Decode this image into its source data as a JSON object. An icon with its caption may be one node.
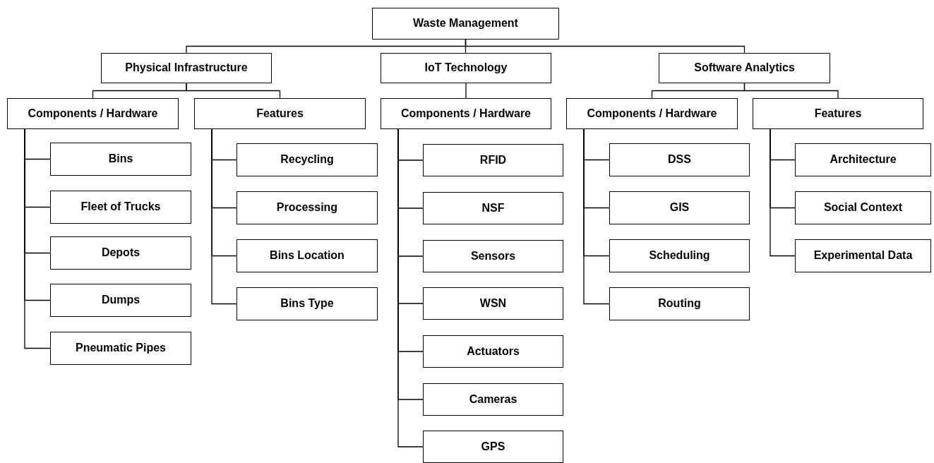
{
  "diagram": {
    "nodes": [
      {
        "text": [
          "Waste Management"
        ]
      },
      {
        "text": [
          "Physical Infrastructure"
        ]
      },
      {
        "text": [
          "IoT Technology"
        ]
      },
      {
        "text": [
          "Software Analytics"
        ]
      },
      {
        "text": [
          "Components / Hardware"
        ]
      },
      {
        "text": [
          "Features"
        ]
      },
      {
        "text": [
          "Components / Hardware"
        ]
      },
      {
        "text": [
          "Components / Hardware"
        ]
      },
      {
        "text": [
          "Features"
        ]
      },
      {
        "text": [
          "Bins"
        ]
      },
      {
        "text": [
          "Fleet of Trucks"
        ]
      },
      {
        "text": [
          "Depots"
        ]
      },
      {
        "text": [
          "Dumps"
        ]
      },
      {
        "text": [
          "Pneumatic Pipes"
        ]
      },
      {
        "text": [
          "Recycling"
        ]
      },
      {
        "text": [
          "Processing"
        ]
      },
      {
        "text": [
          "Bins Location"
        ]
      },
      {
        "text": [
          "Bins Type"
        ]
      },
      {
        "text": [
          "RFID"
        ]
      },
      {
        "text": [
          "NSF"
        ]
      },
      {
        "text": [
          "Sensors"
        ]
      },
      {
        "text": [
          "WSN"
        ]
      },
      {
        "text": [
          "Actuators"
        ]
      },
      {
        "text": [
          "Cameras"
        ]
      },
      {
        "text": [
          "GPS"
        ]
      },
      {
        "text": [
          "DSS"
        ]
      },
      {
        "text": [
          "GIS"
        ]
      },
      {
        "text": [
          "Scheduling"
        ]
      },
      {
        "text": [
          "Routing"
        ]
      },
      {
        "text": [
          "Architecture"
        ]
      },
      {
        "text": [
          "Social Context"
        ]
      },
      {
        "text": [
          "Experimental Data"
        ]
      }
    ],
    "edges": [
      {
        "from": 0,
        "to": 1,
        "arrow": "none"
      },
      {
        "from": 0,
        "to": 2,
        "arrow": "none"
      },
      {
        "from": 0,
        "to": 3,
        "arrow": "none"
      },
      {
        "from": 1,
        "to": 4,
        "arrow": "none"
      },
      {
        "from": 1,
        "to": 5,
        "arrow": "none"
      },
      {
        "from": 2,
        "to": 6,
        "arrow": "none"
      },
      {
        "from": 3,
        "to": 7,
        "arrow": "none"
      },
      {
        "from": 3,
        "to": 8,
        "arrow": "none"
      },
      {
        "from": 4,
        "to": 9,
        "arrow": "none"
      },
      {
        "from": 4,
        "to": 10,
        "arrow": "none"
      },
      {
        "from": 4,
        "to": 11,
        "arrow": "none"
      },
      {
        "from": 4,
        "to": 12,
        "arrow": "none"
      },
      {
        "from": 4,
        "to": 13,
        "arrow": "none"
      },
      {
        "from": 5,
        "to": 14,
        "arrow": "none"
      },
      {
        "from": 5,
        "to": 15,
        "arrow": "none"
      },
      {
        "from": 5,
        "to": 16,
        "arrow": "none"
      },
      {
        "from": 5,
        "to": 17,
        "arrow": "none"
      },
      {
        "from": 6,
        "to": 18,
        "arrow": "none"
      },
      {
        "from": 6,
        "to": 19,
        "arrow": "none"
      },
      {
        "from": 6,
        "to": 20,
        "arrow": "none"
      },
      {
        "from": 6,
        "to": 21,
        "arrow": "none"
      },
      {
        "from": 6,
        "to": 22,
        "arrow": "none"
      },
      {
        "from": 6,
        "to": 23,
        "arrow": "none"
      },
      {
        "from": 6,
        "to": 24,
        "arrow": "none"
      },
      {
        "from": 7,
        "to": 25,
        "arrow": "none"
      },
      {
        "from": 7,
        "to": 26,
        "arrow": "none"
      },
      {
        "from": 7,
        "to": 27,
        "arrow": "none"
      },
      {
        "from": 7,
        "to": 28,
        "arrow": "none"
      },
      {
        "from": 8,
        "to": 29,
        "arrow": "none"
      },
      {
        "from": 8,
        "to": 30,
        "arrow": "none"
      },
      {
        "from": 8,
        "to": 31,
        "arrow": "none"
      }
    ]
  }
}
